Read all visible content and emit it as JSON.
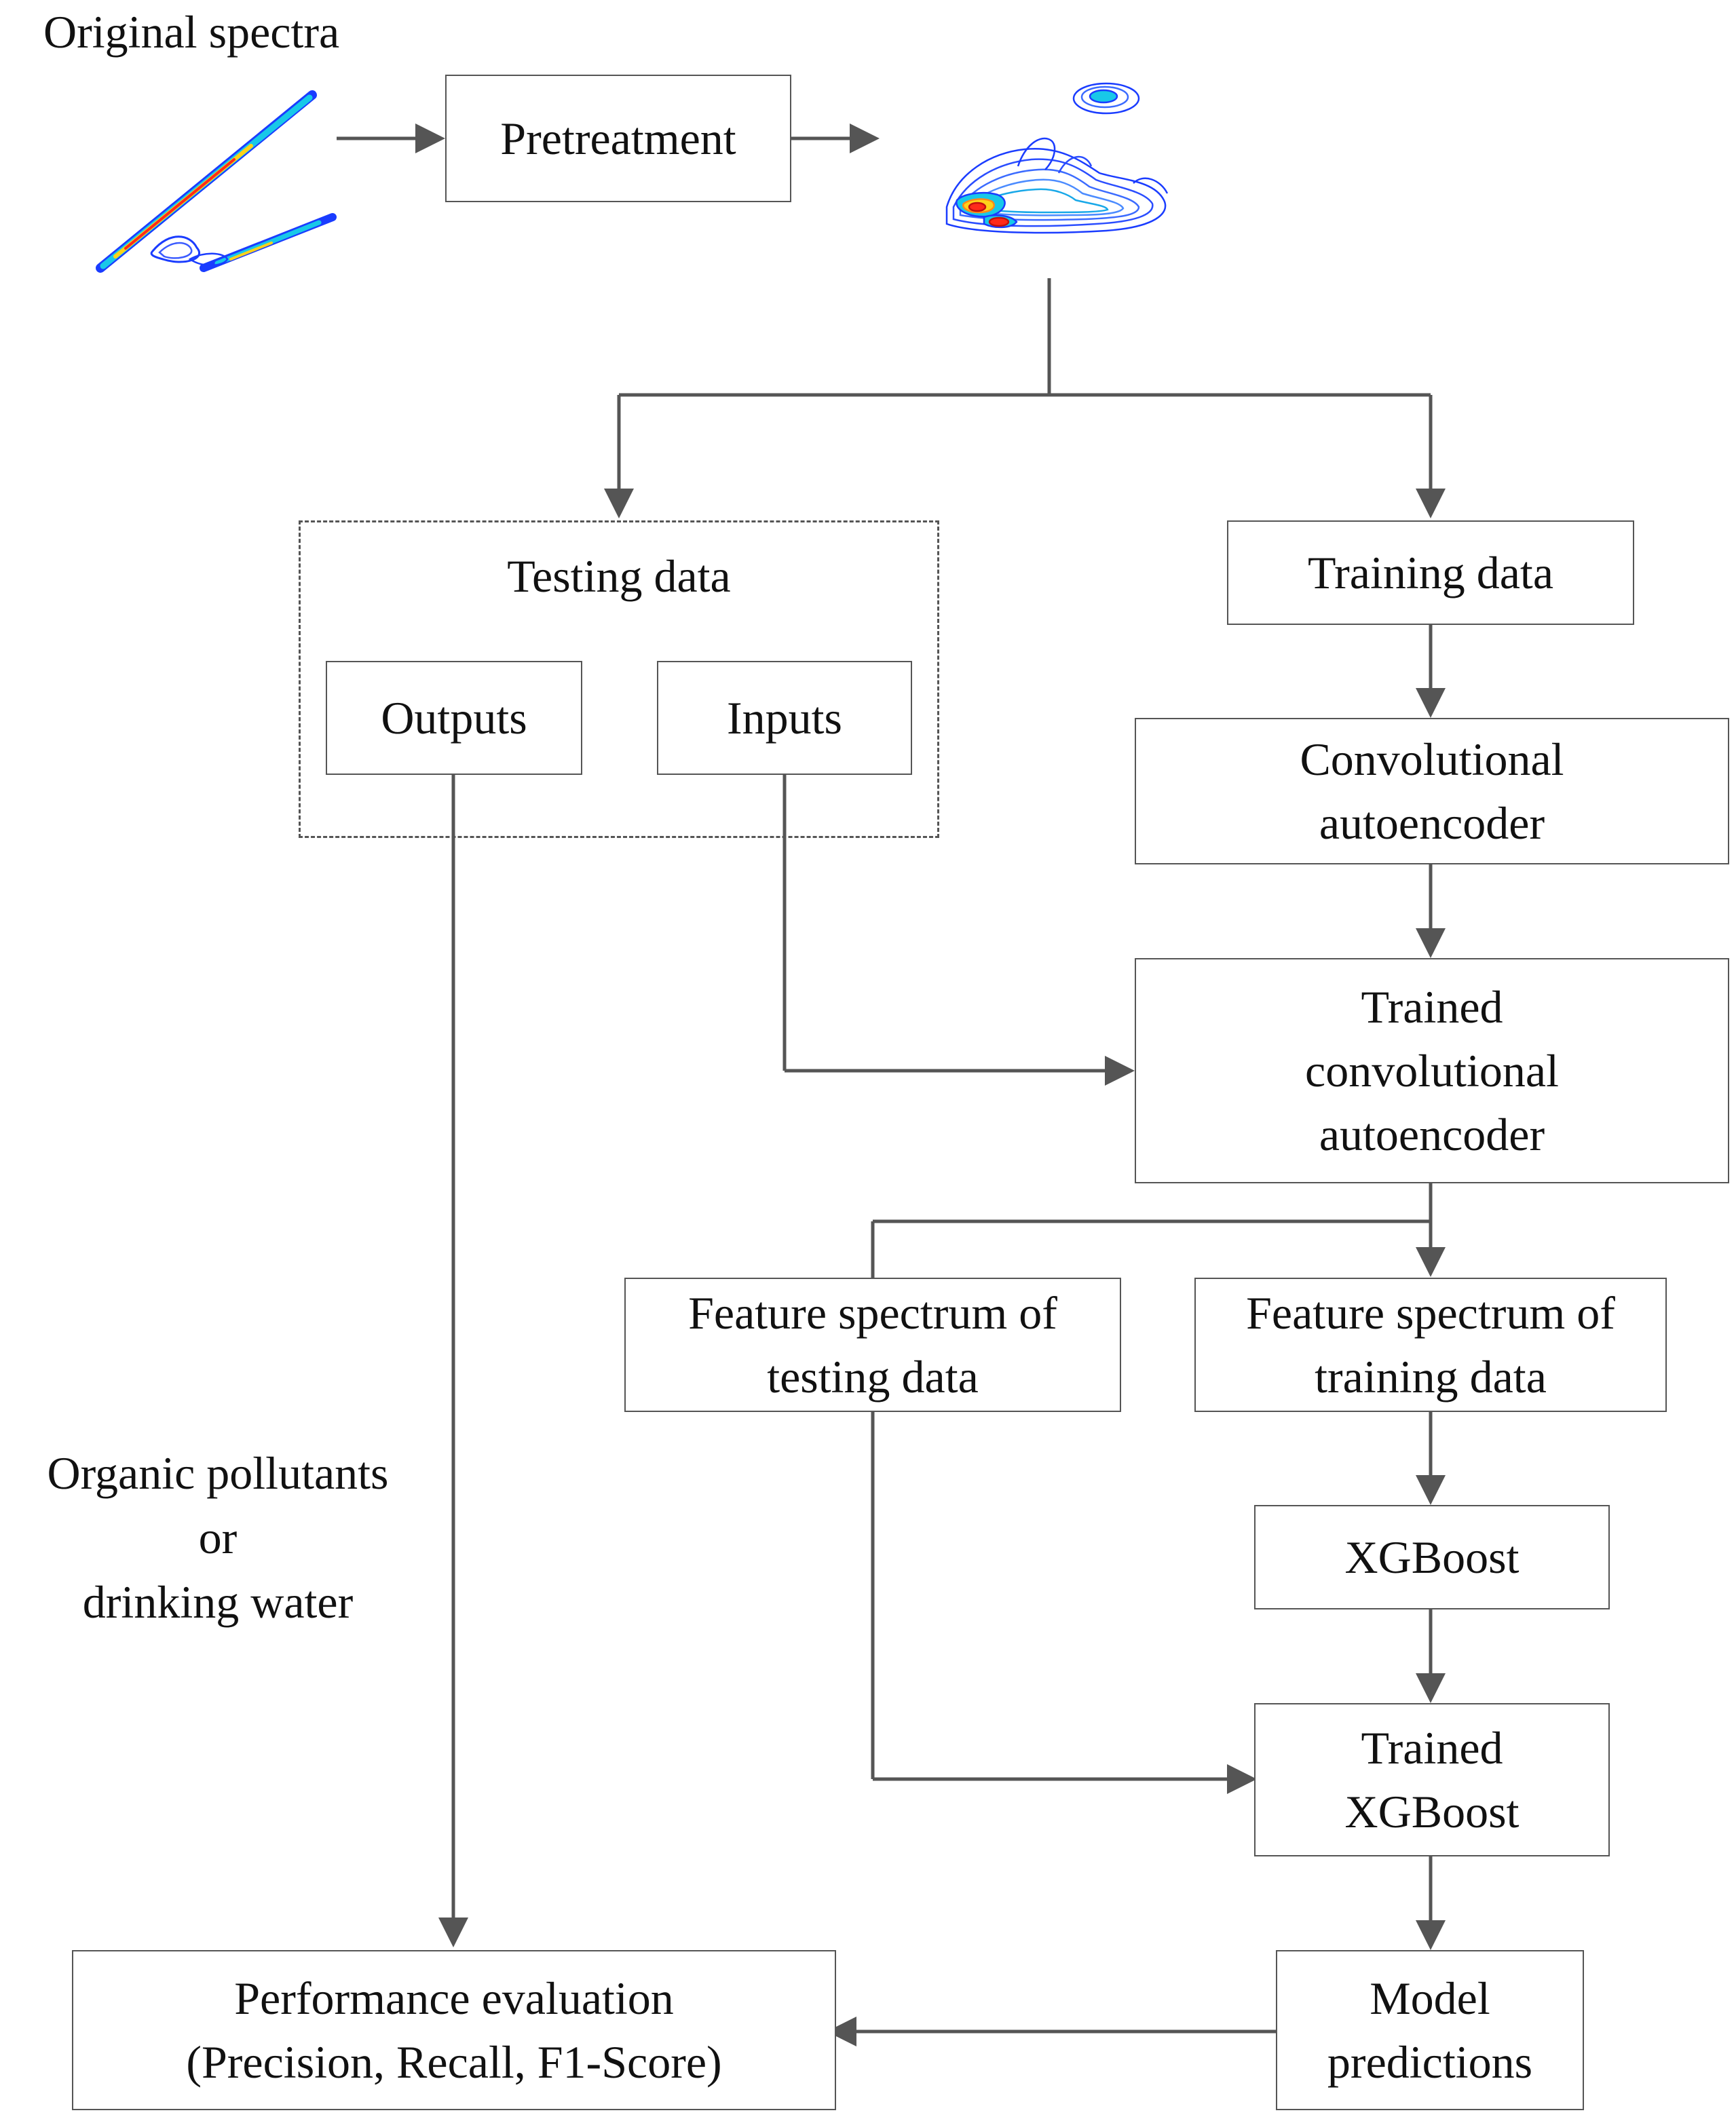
{
  "labels": {
    "original_spectra": "Original spectra"
  },
  "nodes": {
    "pretreatment": "Pretreatment",
    "testing_group_title": "Testing data",
    "outputs": "Outputs",
    "inputs": "Inputs",
    "training_data": "Training data",
    "conv_autoencoder": [
      "Convolutional",
      "autoencoder"
    ],
    "trained_conv_autoencoder": [
      "Trained",
      "convolutional",
      "autoencoder"
    ],
    "feature_testing": [
      "Feature spectrum of",
      "testing data"
    ],
    "feature_training": [
      "Feature spectrum of",
      "training data"
    ],
    "xgboost": "XGBoost",
    "trained_xgboost": [
      "Trained",
      "XGBoost"
    ],
    "model_predictions": [
      "Model",
      "predictions"
    ],
    "performance_evaluation": [
      "Performance evaluation",
      "(Precision, Recall, F1-Score)"
    ]
  },
  "side_note": [
    "Organic pollutants",
    "or",
    "drinking water"
  ],
  "colors": {
    "line": "#555555",
    "text": "#111111",
    "contour_low": "#1a3cff",
    "contour_mid": "#18c8e8",
    "contour_high": "#ff2a1a",
    "contour_warm": "#ffd21a"
  },
  "icons": {
    "original_spectra_plot": "original-spectra-contour-icon",
    "pretreated_spectra_plot": "pretreated-spectra-contour-icon"
  }
}
